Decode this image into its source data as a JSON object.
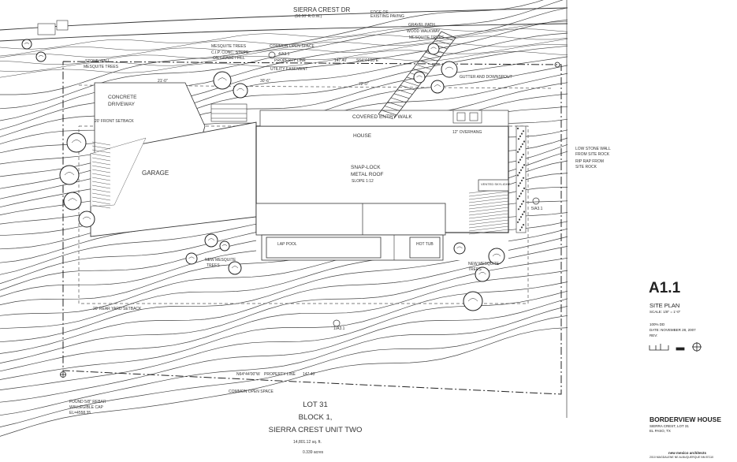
{
  "street": {
    "name": "SIERRA CREST DR",
    "row": "(50.00' R.O.W.)",
    "edge": "EDGE OF EXISTING PAVING"
  },
  "labels": {
    "gravel_path": "GRAVEL PATH",
    "wood_walkway": "WOOD WALKWAY",
    "mesquite_trees_top": "MESQUITE TREES",
    "mesquite_trees_mid": "MESQUITE TREES",
    "cip_steps": "C.I.P. CONC. STEPS",
    "on_grade": "ON GRADE / FILL",
    "common_open_space": "COMMON OPEN SPACE",
    "property_line": "PROPERTY LINE",
    "utility_easement": "UTILITY EASEMENT",
    "stone_wall": "STONE WALL",
    "mesquite_trees_left": "MESQUITE TREES",
    "concrete": "CONCRETE",
    "driveway": "DRIVEWAY",
    "front_setback": "20' FRONT SETBACK",
    "garage": "GARAGE",
    "covered_entry_walk": "COVERED ENTRY WALK",
    "house": "HOUSE",
    "overhang": "12\" OVERHANG",
    "snap_lock": "SNAP-LOCK",
    "metal_roof": "METAL ROOF",
    "slope": "SLOPE 1:12",
    "vented_skylight": "VENTED SKYLIGHT",
    "gutter_downspout": "GUTTER AND DOWNSPOUT",
    "low_stone_wall_1": "LOW STONE WALL",
    "low_stone_wall_2": "FROM SITE ROCK",
    "rip_rap_1": "RIP RAP FROM",
    "rip_rap_2": "SITE ROCK",
    "lap_pool": "LAP POOL",
    "hot_tub": "HOT TUB",
    "new_mesquite_left_1": "NEW MESQUITE",
    "new_mesquite_left_2": "TREES",
    "new_mesquite_right_1": "NEW MESQUITE",
    "new_mesquite_right_2": "TREES",
    "rear_setback": "20' REAR YARD SETBACK",
    "property_line_bottom": "PROPERTY LINE",
    "common_open_space_bottom": "COMMON OPEN SPACE",
    "found_rebar": "FOUND 5/8\" REBAR",
    "found_rebar_2": "W/ILLEGIBLE CAP",
    "found_rebar_3": "EL=4558.35",
    "bearing_top": "S64°44'00\"E",
    "dist_top": "147.40'",
    "bearing_bottom": "N64°44'00\"W",
    "dist_bottom": "147.40'",
    "dim_a": "21'-0\"",
    "dim_b": "30'-6\"",
    "dim_c": "72'-0\"",
    "section_a": "4/A3.1",
    "section_b": "1/A3.1",
    "section_c": "5/A3.1"
  },
  "lot": {
    "line1": "LOT 31",
    "line2": "BLOCK 1,",
    "line3": "SIERRA CREST UNIT TWO",
    "line4": "14,801.12 sq. ft.",
    "line5": "0.339 acres"
  },
  "title_block": {
    "sheet_number": "A1.1",
    "sheet_name": "SITE PLAN",
    "scale": "SCALE: 1/8\" = 1'-0\"",
    "phase": "100% DD",
    "date": "DATE: NOVEMBER 28, 2007",
    "rev": "REV:",
    "project_name": "BORDERVIEW HOUSE",
    "address_1": "SIERRA CREST, LOT 31",
    "address_2": "EL PASO, TX",
    "firm": "new mexico architects",
    "firm_address": "2010 MAGDALENE NE ALBUQUERQUE NM 87110"
  }
}
